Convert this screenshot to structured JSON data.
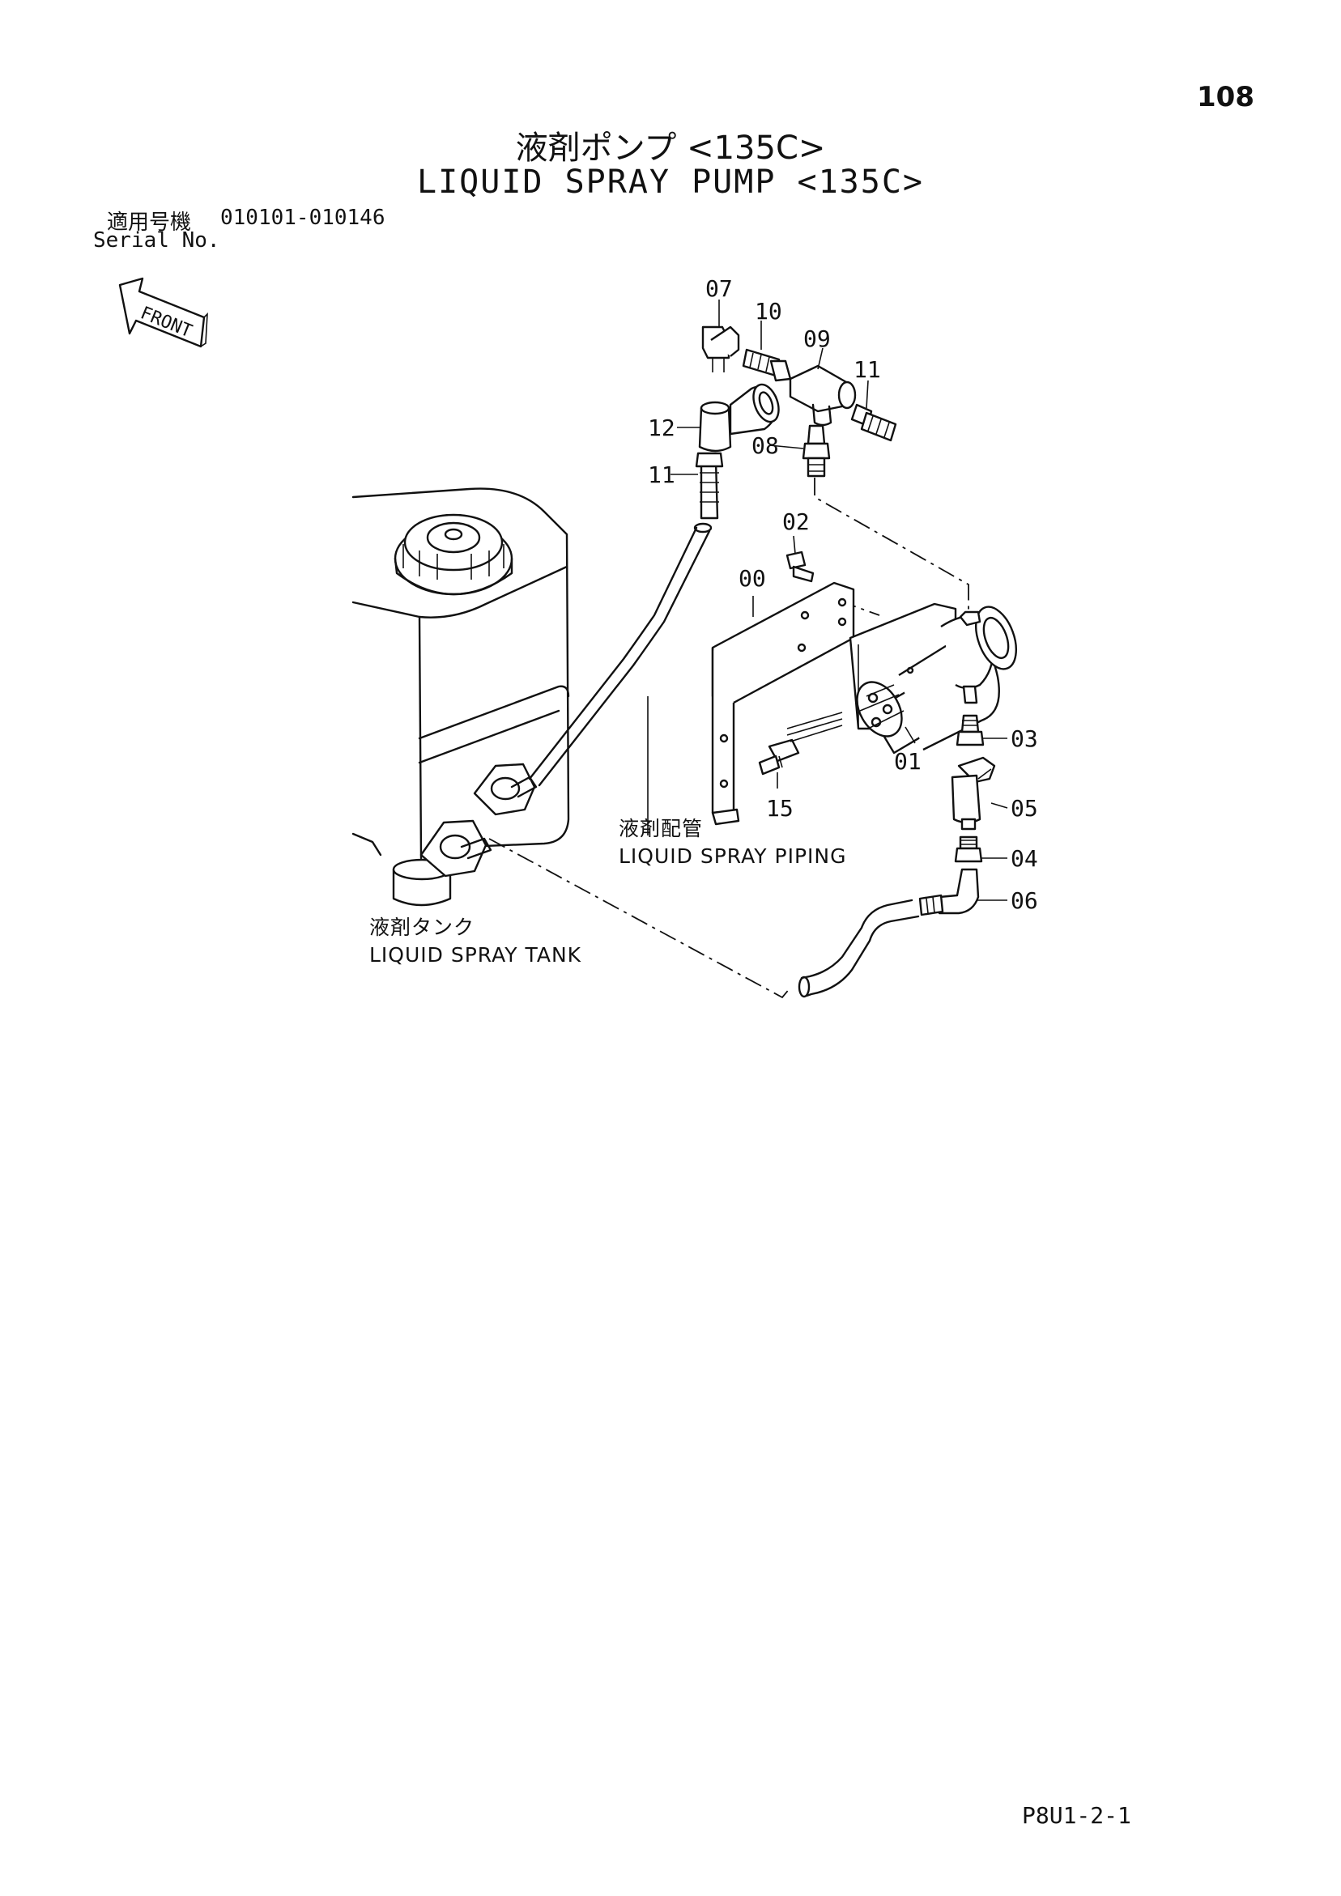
{
  "page_number": "108",
  "title_ja": "液剤ポンプ <135C>",
  "title_en": "LIQUID SPRAY PUMP <135C>",
  "serial": {
    "label_ja": "適用号機",
    "label_en": "Serial No.",
    "range": "010101-010146"
  },
  "front_label": "FRONT",
  "part_labels": {
    "p00": "00",
    "p01": "01",
    "p02": "02",
    "p03": "03",
    "p04": "04",
    "p05": "05",
    "p06": "06",
    "p07": "07",
    "p08": "08",
    "p09": "09",
    "p10": "10",
    "p11a": "11",
    "p11b": "11",
    "p12": "12",
    "p15": "15"
  },
  "callouts": {
    "piping_ja": "液剤配管",
    "piping_en": "LIQUID SPRAY PIPING",
    "tank_ja": "液剤タンク",
    "tank_en": "LIQUID SPRAY TANK"
  },
  "footer_code": "P8U1-2-1"
}
